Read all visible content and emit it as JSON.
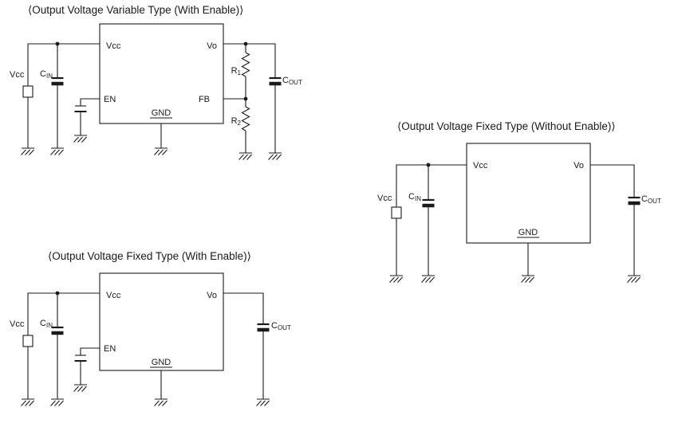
{
  "page": {
    "background": "#ffffff",
    "line_color": "#1a1a1a"
  },
  "circuit_variable_with_enable": {
    "title": "⟨Output Voltage Variable Type (With Enable)⟩",
    "ic_pins": {
      "vcc": "Vcc",
      "vo": "Vo",
      "en": "EN",
      "fb": "FB",
      "gnd": "GND"
    },
    "labels": {
      "input_vcc": "Vcc",
      "cin_base": "C",
      "cin_sub": "IN",
      "cout_base": "C",
      "cout_sub": "OUT",
      "r1_base": "R",
      "r1_sub": "1",
      "r2_base": "R",
      "r2_sub": "2"
    }
  },
  "circuit_fixed_without_enable": {
    "title": "⟨Output Voltage Fixed Type (Without Enable)⟩",
    "ic_pins": {
      "vcc": "Vcc",
      "vo": "Vo",
      "gnd": "GND"
    },
    "labels": {
      "input_vcc": "Vcc",
      "cin_base": "C",
      "cin_sub": "IN",
      "cout_base": "C",
      "cout_sub": "OUT"
    }
  },
  "circuit_fixed_with_enable": {
    "title": "⟨Output Voltage Fixed Type (With Enable)⟩",
    "ic_pins": {
      "vcc": "Vcc",
      "vo": "Vo",
      "en": "EN",
      "gnd": "GND"
    },
    "labels": {
      "input_vcc": "Vcc",
      "cin_base": "C",
      "cin_sub": "IN",
      "cout_base": "C",
      "cout_sub": "OUT"
    }
  }
}
